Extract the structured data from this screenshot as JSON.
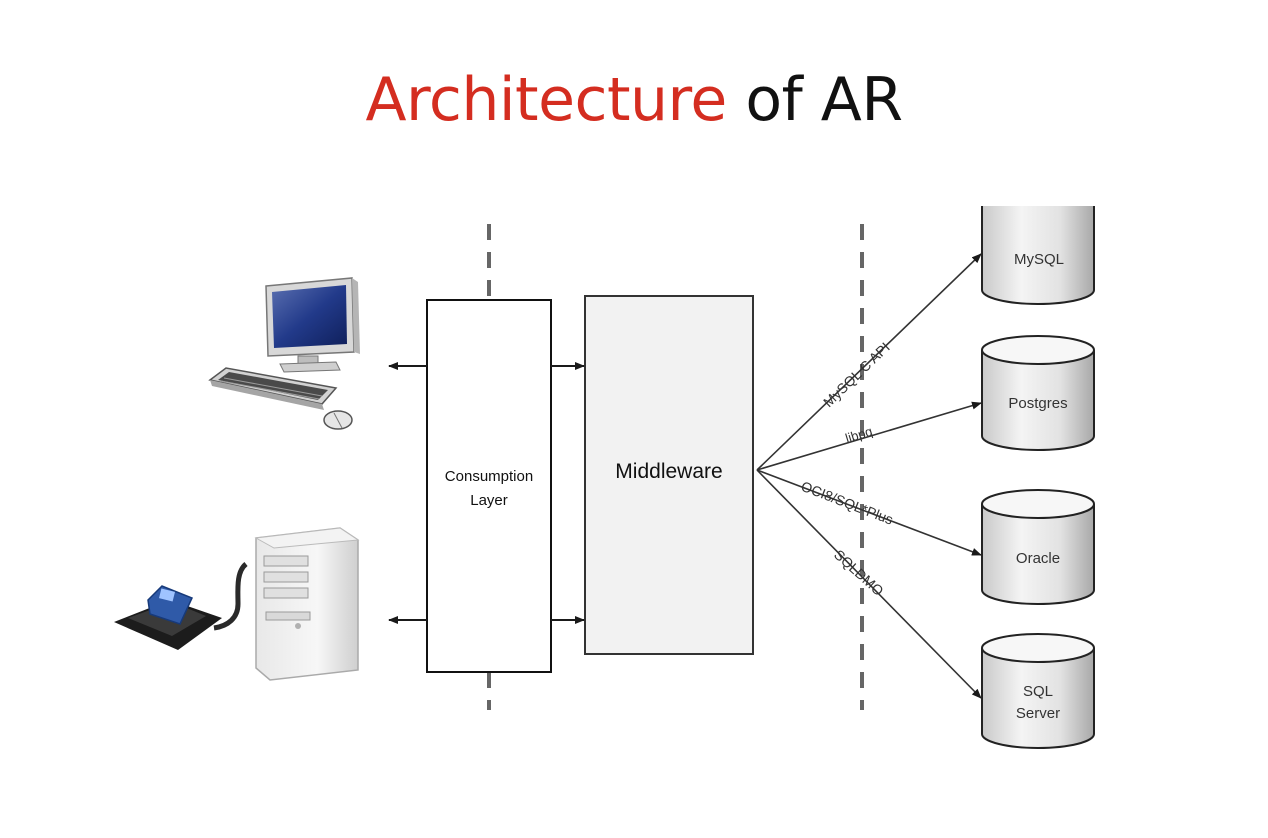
{
  "title": {
    "accent": "Architecture",
    "rest": "of AR",
    "accent_color": "#d42d20"
  },
  "diagram": {
    "consumption_layer": [
      "Consumption",
      "Layer"
    ],
    "middleware": "Middleware",
    "connections": {
      "mysql": "MySQL C API",
      "postgres": "libpq",
      "oracle": "OCI8/SQL*Plus",
      "sqlserver": "SQLDMO"
    },
    "databases": {
      "mysql": [
        "MySQL"
      ],
      "postgres": [
        "Postgres"
      ],
      "oracle": [
        "Oracle"
      ],
      "sqlserver": [
        "SQL",
        "Server"
      ]
    },
    "clients": {
      "desktop": "desktop-computer-icon",
      "server": "server-with-card-reader-icon"
    }
  }
}
